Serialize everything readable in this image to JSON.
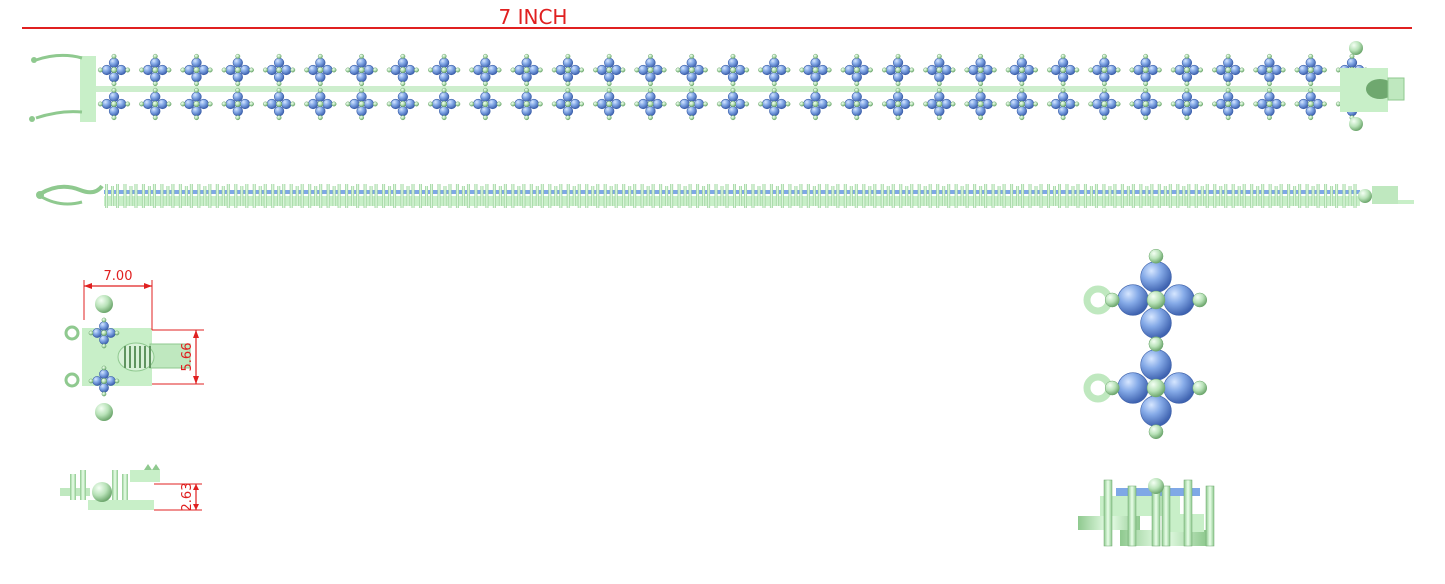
{
  "header": {
    "length_label": "7 INCH"
  },
  "dimensions": {
    "width": "7.00",
    "height": "5.66",
    "thickness": "2.63"
  },
  "colors": {
    "metal": "#bfe8bf",
    "metal_dark": "#8fc98f",
    "stone": "#7fa8e6",
    "stone_dark": "#4a72c0",
    "dimension": "#e02020"
  },
  "design": {
    "links_count": 31,
    "side_segments_count": 68
  }
}
